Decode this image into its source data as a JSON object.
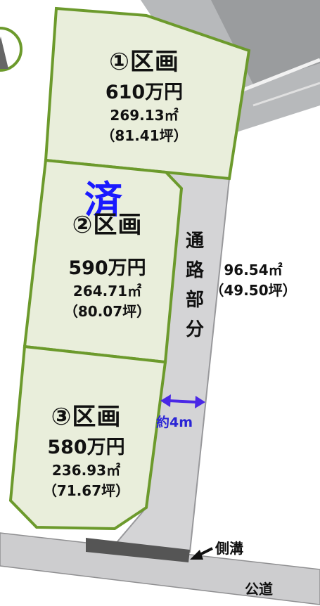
{
  "lots": [
    {
      "name": "①区画",
      "price": "610万円",
      "area": "269.13㎡",
      "tsubo": "（81.41坪）",
      "sold": false
    },
    {
      "name": "②区画",
      "price": "590万円",
      "area": "264.71㎡",
      "tsubo": "（80.07坪）",
      "sold": true
    },
    {
      "name": "③区画",
      "price": "580万円",
      "area": "236.93㎡",
      "tsubo": "（71.67坪）",
      "sold": false
    }
  ],
  "sold_mark": "済",
  "passage": {
    "chars": [
      "通",
      "路",
      "部",
      "分"
    ],
    "area": "96.54㎡",
    "tsubo": "（49.50坪）",
    "width": "約4m"
  },
  "drain_label": "側溝",
  "road_label": "公道",
  "colors": {
    "lot_fill": "#e9eedb",
    "lot_border": "#6c9a2c",
    "passage_fill": "#d4d4d6",
    "road_fill": "#cdcdcf",
    "drain_fill": "#555555",
    "sold_mark": "#1a1aff",
    "width_arrow": "#4a28e6"
  }
}
